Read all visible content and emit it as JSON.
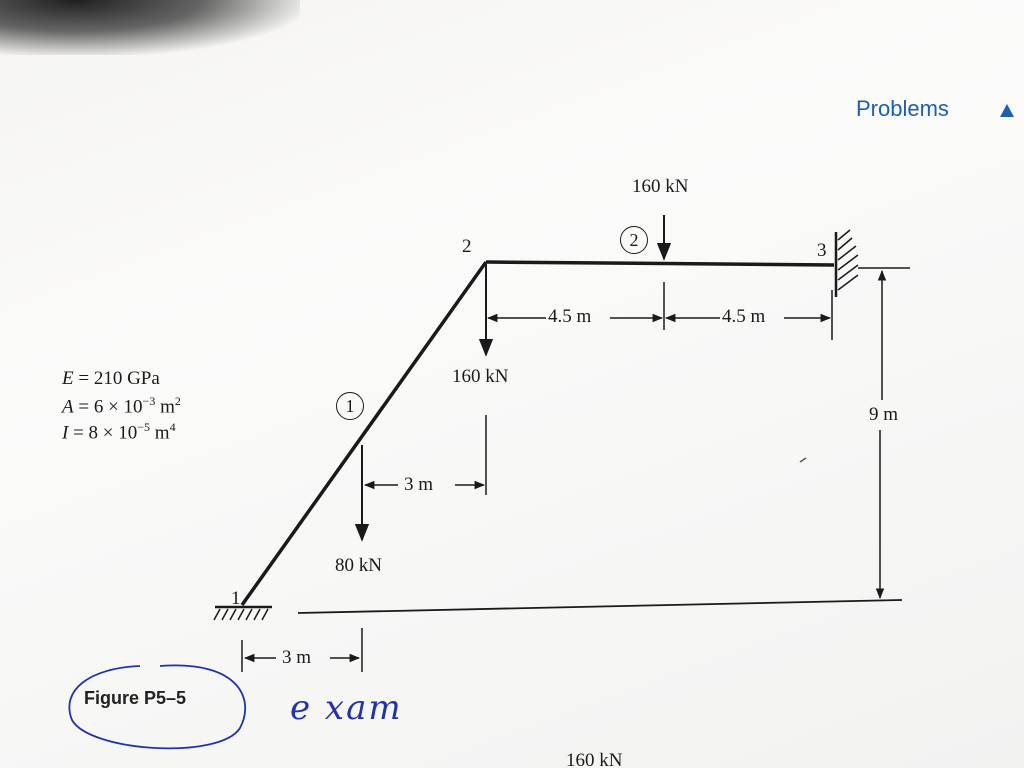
{
  "header": {
    "title": "Problems"
  },
  "nodes": {
    "n1": "1",
    "n2": "2",
    "n3": "3"
  },
  "elements": {
    "e1": "1",
    "e2": "2"
  },
  "loads": {
    "top_load": "160 kN",
    "node2_load": "160 kN",
    "elem1_load": "80 kN"
  },
  "dimensions": {
    "left_span": "4.5 m",
    "right_span": "4.5 m",
    "height": "9 m",
    "mid_horizontal": "3 m",
    "base_horizontal": "3 m"
  },
  "properties": {
    "E": {
      "symbol": "E",
      "value": "= 210 GPa"
    },
    "A": {
      "symbol": "A",
      "value": "= 6 × 10",
      "exp": "−3",
      "unit": " m",
      "unit_exp": "2"
    },
    "I": {
      "symbol": "I",
      "value": "= 8 × 10",
      "exp": "−5",
      "unit": " m",
      "unit_exp": "4"
    }
  },
  "caption": "Figure P5–5",
  "handwriting": "e xam",
  "footer_cut": "160 kN",
  "colors": {
    "ink": "#1a1a1a",
    "accent": "#1f5fb0",
    "pen": "#2233aa"
  }
}
